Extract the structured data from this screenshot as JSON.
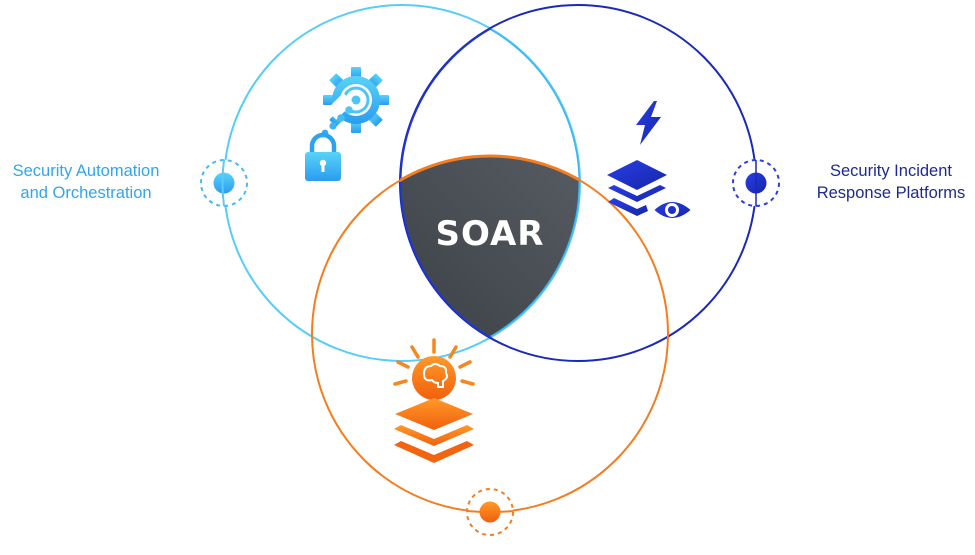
{
  "diagram": {
    "type": "venn",
    "center_label": "SOAR",
    "circles": [
      {
        "id": "sao",
        "label_line1": "Security Automation",
        "label_line2": "and Orchestration",
        "color": "#4dc8f5",
        "label_color": "#2fa6ee",
        "icon": "gear-lock-icon"
      },
      {
        "id": "sirp",
        "label_line1": "Security Incident",
        "label_line2": "Response Platforms",
        "color": "#1a2ab8",
        "label_color": "#1e2a8c",
        "icon": "lightning-layers-eye-icon"
      },
      {
        "id": "ti",
        "label_line1": "",
        "label_line2": "",
        "color": "#f57c1f",
        "label_color": "",
        "icon": "brain-bulb-layers-icon"
      }
    ],
    "center_fill": "#3e4349"
  }
}
